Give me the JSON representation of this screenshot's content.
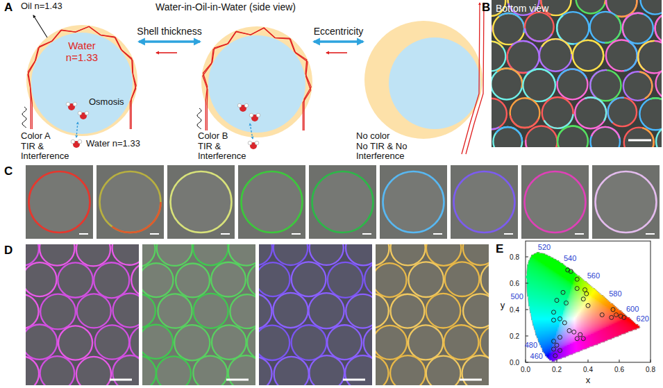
{
  "diagram": {
    "nodes": [
      {
        "text": [
          "Water n=1.33",
          "Color A",
          "TIR & Interference"
        ]
      },
      {
        "text": [
          "Color B",
          "TIR & Interference"
        ]
      },
      {
        "text": [
          "No color",
          "No TIR & No Interference"
        ]
      }
    ],
    "edges": [
      {
        "from": 0,
        "to": 1,
        "arrow": "both",
        "label": "Shell thickness"
      },
      {
        "from": 1,
        "to": 2,
        "arrow": "both",
        "label": "Eccentricity"
      }
    ],
    "labels": [
      "A",
      "Water-in-Oil-in-Water (side view)",
      "Oil n=1.43",
      "Osmosis",
      "Water n=1.33",
      "B",
      "Bottom view",
      "C",
      "D",
      "E",
      "0.8",
      "0.6",
      "0.4",
      "0.2",
      "0.0",
      "y",
      "0.0",
      "0.2",
      "0.4",
      "0.6",
      "0.8",
      "x",
      "520",
      "540",
      "560",
      "580",
      "500",
      "600",
      "620",
      "480",
      "460"
    ]
  }
}
